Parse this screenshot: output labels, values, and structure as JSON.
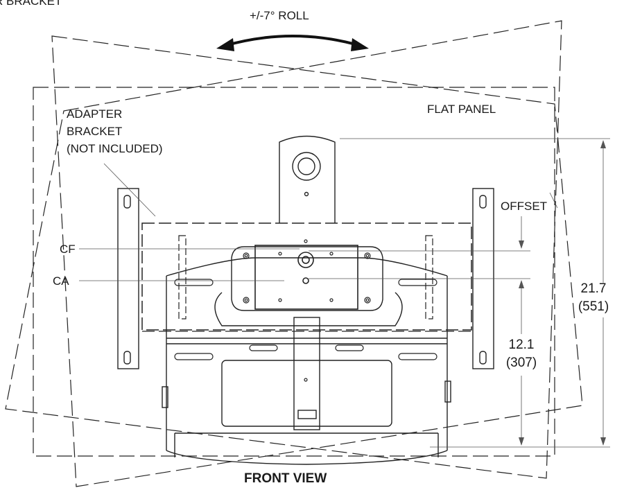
{
  "labels": {
    "top_cut": "R BRACKET",
    "roll": "+/-7° ROLL",
    "flat_panel": "FLAT PANEL",
    "adapter_line1": "ADAPTER",
    "adapter_line2": "BRACKET",
    "adapter_line3": "(NOT INCLUDED)",
    "offset": "OFFSET",
    "cf": "CF",
    "ca": "CA",
    "dim_total": "21.7",
    "dim_total_mm": "(551)",
    "dim_ca": "12.1",
    "dim_ca_mm": "(307)",
    "view_title": "FRONT VIEW"
  }
}
